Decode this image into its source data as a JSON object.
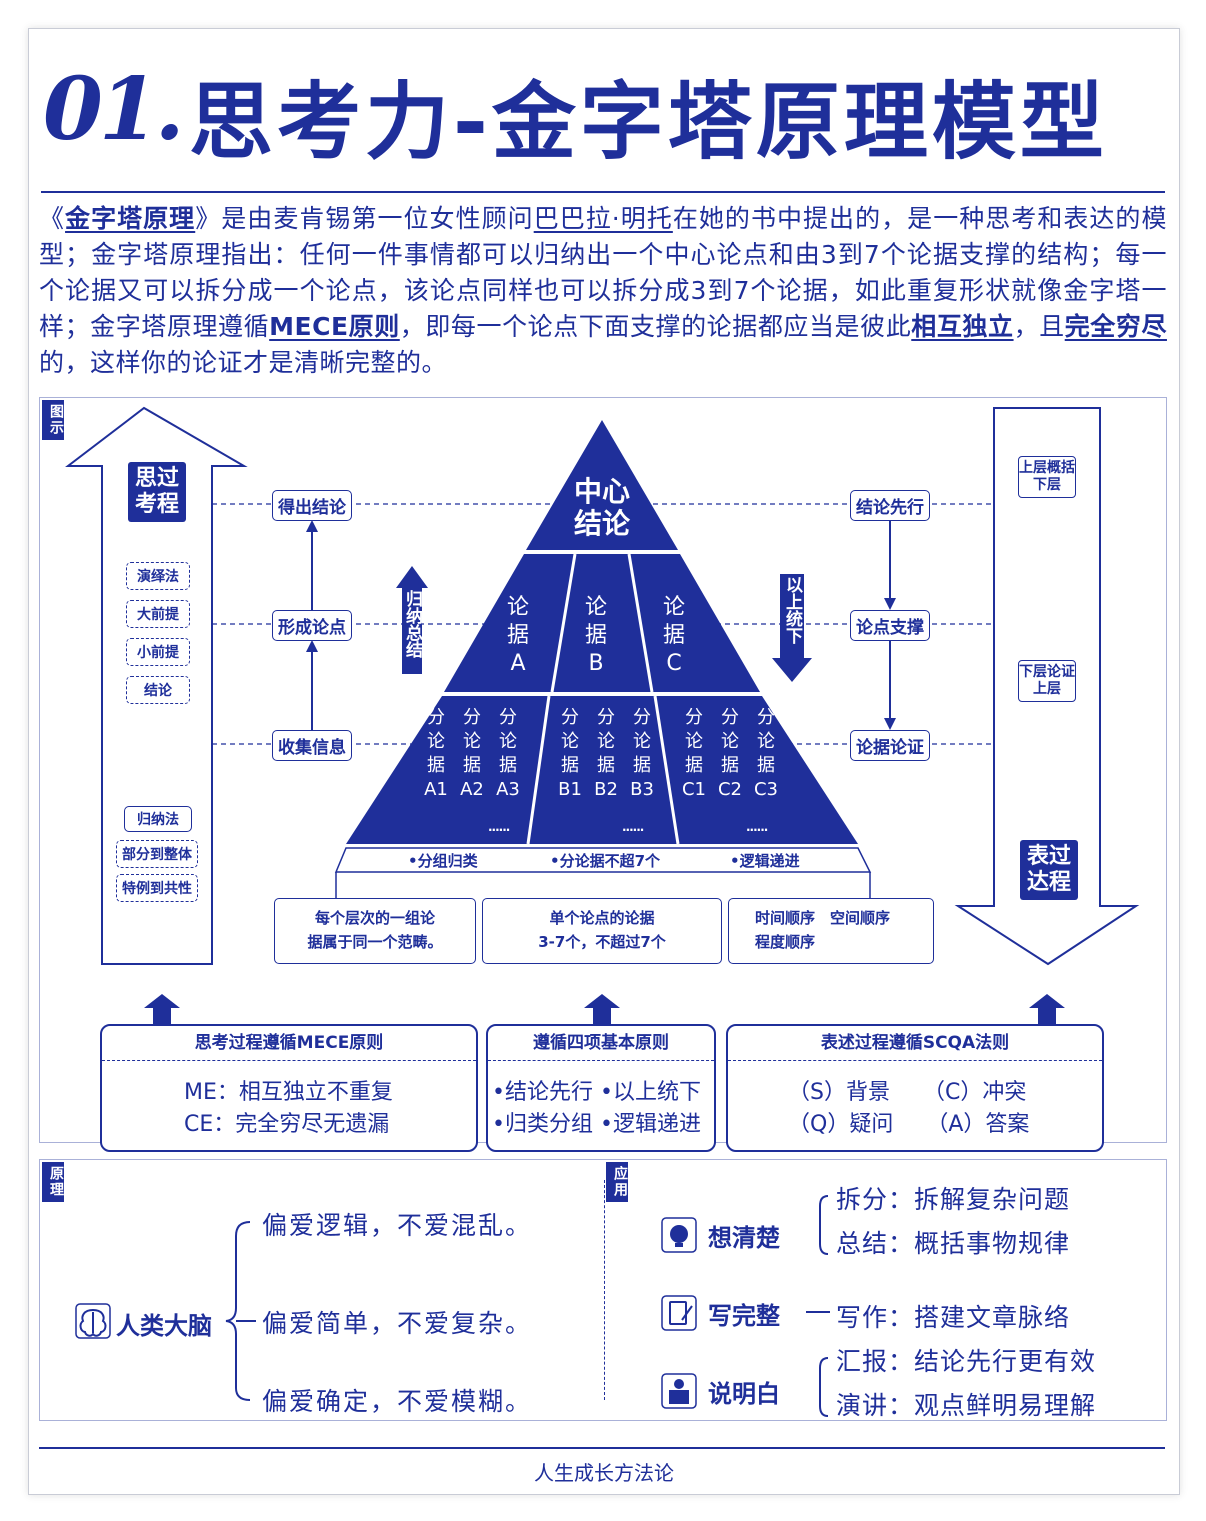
{
  "header": {
    "number": "01.",
    "title": "思考力-金字塔原理模型"
  },
  "intro": {
    "p1": "《",
    "b1": "金字塔原理",
    "p2": "》是由麦肯锡第一位女性顾问",
    "b2": "巴巴拉·明托",
    "p3": "在她的书中提出的，是一种思考和表达的模型；金字塔原理指出：任何一件事情都可以归纳出一个中心论点和由3到7个论据支撑的结构；每一个论据又可以拆分成一个论点，该论点同样也可以拆分成3到7个论据，如此重复形状就像金字塔一样；金字塔原理遵循",
    "b3": "MECE原则",
    "p4": "，即每一个论点下面支撑的论据都应当是彼此",
    "b4": "相互独立",
    "p5": "，且",
    "b5": "完全穷尽",
    "p6": "的，这样你的论证才是清晰完整的。"
  },
  "diagram": {
    "tag": "图示",
    "think_badge": "思过考程",
    "express_badge": "表过达程",
    "deduction": [
      "演绎法",
      "大前提",
      "小前提",
      "结论"
    ],
    "induction": [
      "归纳法",
      "部分到整体",
      "特例到共性"
    ],
    "left_steps": [
      "得出结论",
      "形成论点",
      "收集信息"
    ],
    "right_steps": [
      "结论先行",
      "论点支撑",
      "论据论证"
    ],
    "up_label": "归纳总结",
    "down_label": "以上统下",
    "right_top_box": "上层概括下层",
    "right_mid_box": "下层论证上层",
    "pyramid": {
      "top": "中心结论",
      "mid": [
        "论据A",
        "论据B",
        "论据C"
      ],
      "bottom": [
        [
          "分论据A1",
          "分论据A2",
          "分论据A3"
        ],
        [
          "分论据B1",
          "分论据B2",
          "分论据B3"
        ],
        [
          "分论据C1",
          "分论据C2",
          "分论据C3"
        ]
      ],
      "ellipsis": "......",
      "base": [
        "•分组归类",
        "•分论据不超7个",
        "•逻辑递进"
      ]
    },
    "mid_boxes": [
      {
        "l1": "每个层次的一组论",
        "l2": "据属于同一个范畴。"
      },
      {
        "l1": "单个论点的论据",
        "l2": "3-7个，不超过7个"
      },
      {
        "l1": "时间顺序　空间顺序",
        "l2": "程度顺序"
      }
    ],
    "bottom_boxes": [
      {
        "head": "思考过程遵循MECE原则",
        "lines": [
          "ME：相互独立不重复",
          "CE：完全穷尽无遗漏"
        ]
      },
      {
        "head": "遵循四项基本原则",
        "lines": [
          "•结论先行 •以上统下",
          "•归类分组 •逻辑递进"
        ]
      },
      {
        "head": "表述过程遵循SCQA法则",
        "lines": [
          "（S）背景　　（C）冲突",
          "（Q）疑问　　（A）答案"
        ]
      }
    ]
  },
  "principle": {
    "tag": "原理",
    "brain": "人类大脑",
    "prefs": [
      "偏爱逻辑，不爱混乱。",
      "偏爱简单，不爱复杂。",
      "偏爱确定，不爱模糊。"
    ]
  },
  "application": {
    "tag": "应用",
    "groups": [
      {
        "label": "想清楚",
        "icon": "bulb-icon",
        "items": [
          "拆分：拆解复杂问题",
          "总结：概括事物规律"
        ]
      },
      {
        "label": "写完整",
        "icon": "write-icon",
        "items": [
          "写作：搭建文章脉络"
        ]
      },
      {
        "label": "说明白",
        "icon": "speaker-icon",
        "items": [
          "汇报：结论先行更有效",
          "演讲：观点鲜明易理解"
        ]
      }
    ]
  },
  "footer": "人生成长方法论",
  "colors": {
    "primary": "#1f2f9a",
    "panel_border": "#aab1d8"
  }
}
